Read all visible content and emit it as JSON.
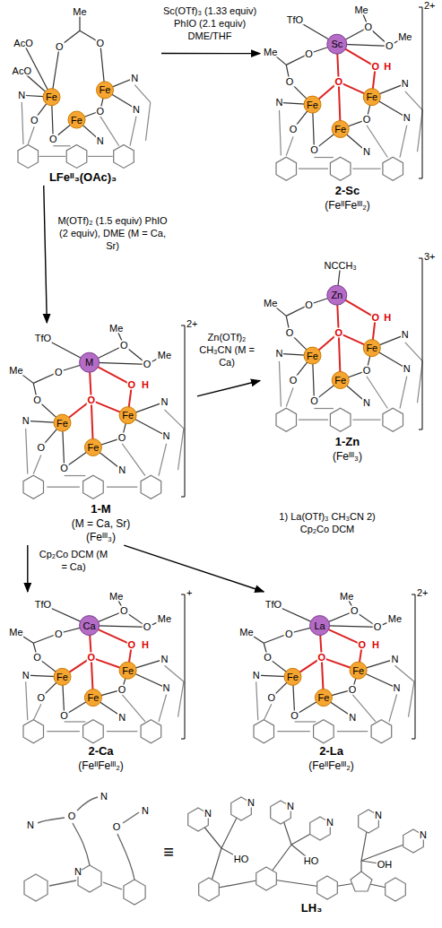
{
  "diagram": {
    "nodes": [
      {
        "text": [
          "LFeᴵᴵ₃(OAc)₃"
        ]
      },
      {
        "text": [
          "2-Sc",
          "(FeᴵᴵFeᴵᴵᴵ₂)",
          "2+"
        ]
      },
      {
        "text": [
          "1-M",
          "(M = Ca, Sr)",
          "(Feᴵᴵᴵ₃)",
          "2+"
        ]
      },
      {
        "text": [
          "1-Zn",
          "(Feᴵᴵᴵ₃)",
          "3+"
        ]
      },
      {
        "text": [
          "2-Ca",
          "(FeᴵᴵFeᴵᴵᴵ₂)",
          "+"
        ]
      },
      {
        "text": [
          "2-La",
          "(FeᴵᴵFeᴵᴵᴵ₂)",
          "2+"
        ]
      },
      {
        "text": [
          "LH₃"
        ]
      }
    ],
    "edges": [
      {
        "from": 0,
        "to": 1,
        "arrow": "to",
        "label": "Sc(OTf)₃ (1.33 equiv) PhIO (2.1 equiv) DME/THF"
      },
      {
        "from": 0,
        "to": 2,
        "arrow": "to",
        "label": "M(OTf)₂ (1.5 equiv) PhIO (2 equiv), DME (M = Ca, Sr)"
      },
      {
        "from": 2,
        "to": 3,
        "arrow": "to",
        "label": "Zn(OTf)₂ CH₃CN (M = Ca)"
      },
      {
        "from": 2,
        "to": 4,
        "arrow": "to",
        "label": "Cp₂Co DCM (M = Ca)"
      },
      {
        "from": 2,
        "to": 5,
        "arrow": "to",
        "label": "1) La(OTf)₃ CH₃CN 2) Cp₂Co DCM"
      }
    ],
    "labels": [
      "AcO",
      "AcO",
      "Me",
      "O",
      "O",
      "Fe",
      "Fe",
      "Fe",
      "N",
      "N",
      "N",
      "N",
      "O",
      "O",
      "O",
      "TfO",
      "Me",
      "O",
      "O",
      "Me",
      "Me",
      "O",
      "O",
      "Sc",
      "O",
      "H",
      "O",
      "Fe",
      "Fe",
      "Fe",
      "N",
      "N",
      "N",
      "N",
      "O",
      "O",
      "O",
      "TfO",
      "Me",
      "O",
      "O",
      "Me",
      "Me",
      "O",
      "O",
      "M",
      "O",
      "H",
      "O",
      "Fe",
      "Fe",
      "Fe",
      "N",
      "N",
      "N",
      "N",
      "O",
      "O",
      "O",
      "NCCH₃",
      "Me",
      "O",
      "O",
      "Zn",
      "O",
      "H",
      "O",
      "Fe",
      "Fe",
      "Fe",
      "N",
      "N",
      "N",
      "N",
      "O",
      "O",
      "O",
      "TfO",
      "Me",
      "O",
      "O",
      "Me",
      "Me",
      "O",
      "O",
      "Ca",
      "O",
      "H",
      "O",
      "Fe",
      "Fe",
      "Fe",
      "N",
      "N",
      "N",
      "N",
      "O",
      "O",
      "O",
      "TfO",
      "Me",
      "O",
      "O",
      "Me",
      "Me",
      "O",
      "O",
      "La",
      "O",
      "H",
      "O",
      "Fe",
      "Fe",
      "Fe",
      "N",
      "N",
      "N",
      "N",
      "O",
      "O",
      "O",
      "N",
      "O",
      "N",
      "O",
      "N",
      "N",
      "≡",
      "N",
      "N",
      "HO",
      "N",
      "N",
      "HO",
      "N",
      "N",
      "OH"
    ]
  }
}
